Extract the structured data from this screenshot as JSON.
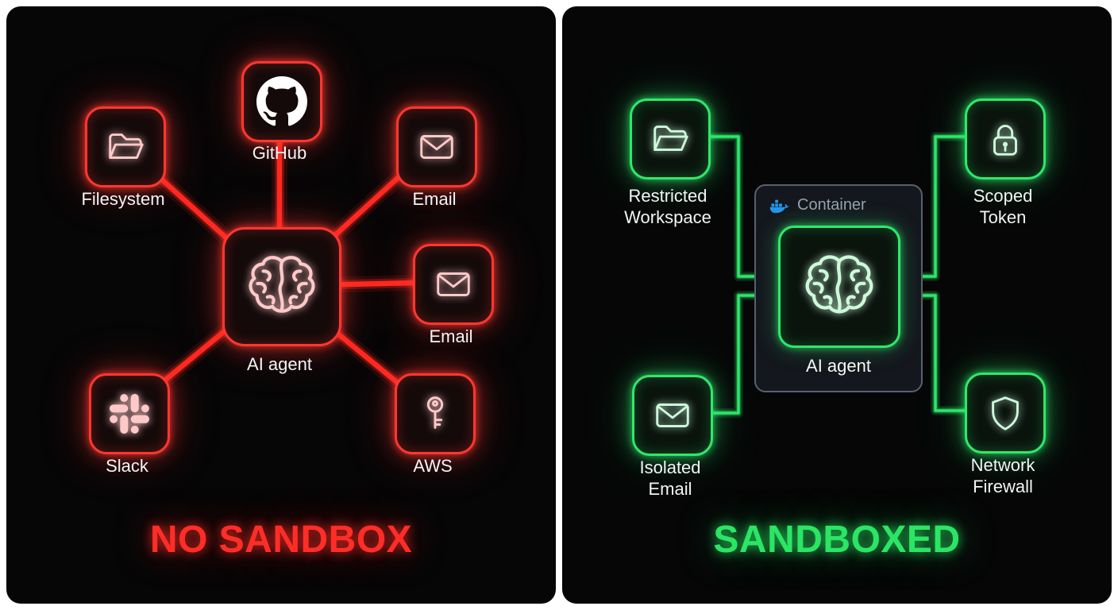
{
  "left_panel": {
    "title": "NO SANDBOX",
    "accent_color": "#ff2d27",
    "agent": {
      "label": "AI agent",
      "icon": "brain-icon"
    },
    "nodes": {
      "github": {
        "label": "GitHub",
        "icon": "github-icon"
      },
      "filesystem": {
        "label": "Filesystem",
        "icon": "folder-icon"
      },
      "email_top": {
        "label": "Email",
        "icon": "envelope-icon"
      },
      "email_right": {
        "label": "Email",
        "icon": "envelope-icon"
      },
      "aws": {
        "label": "AWS",
        "icon": "key-icon"
      },
      "slack": {
        "label": "Slack",
        "icon": "slack-icon"
      }
    }
  },
  "right_panel": {
    "title": "SANDBOXED",
    "accent_color": "#2be565",
    "container": {
      "label": "Container",
      "icon": "docker-icon",
      "docker_blue": "#2496ed",
      "border_color": "#58616e",
      "label_color": "#97a1b0"
    },
    "agent": {
      "label": "AI agent",
      "icon": "brain-icon"
    },
    "nodes": {
      "restricted_workspace": {
        "label": "Restricted Workspace",
        "icon": "folder-icon"
      },
      "scoped_token": {
        "label": "Scoped Token",
        "icon": "lock-icon"
      },
      "isolated_email": {
        "label": "Isolated Email",
        "icon": "envelope-icon"
      },
      "network_firewall": {
        "label": "Network Firewall",
        "icon": "shield-icon"
      }
    }
  }
}
